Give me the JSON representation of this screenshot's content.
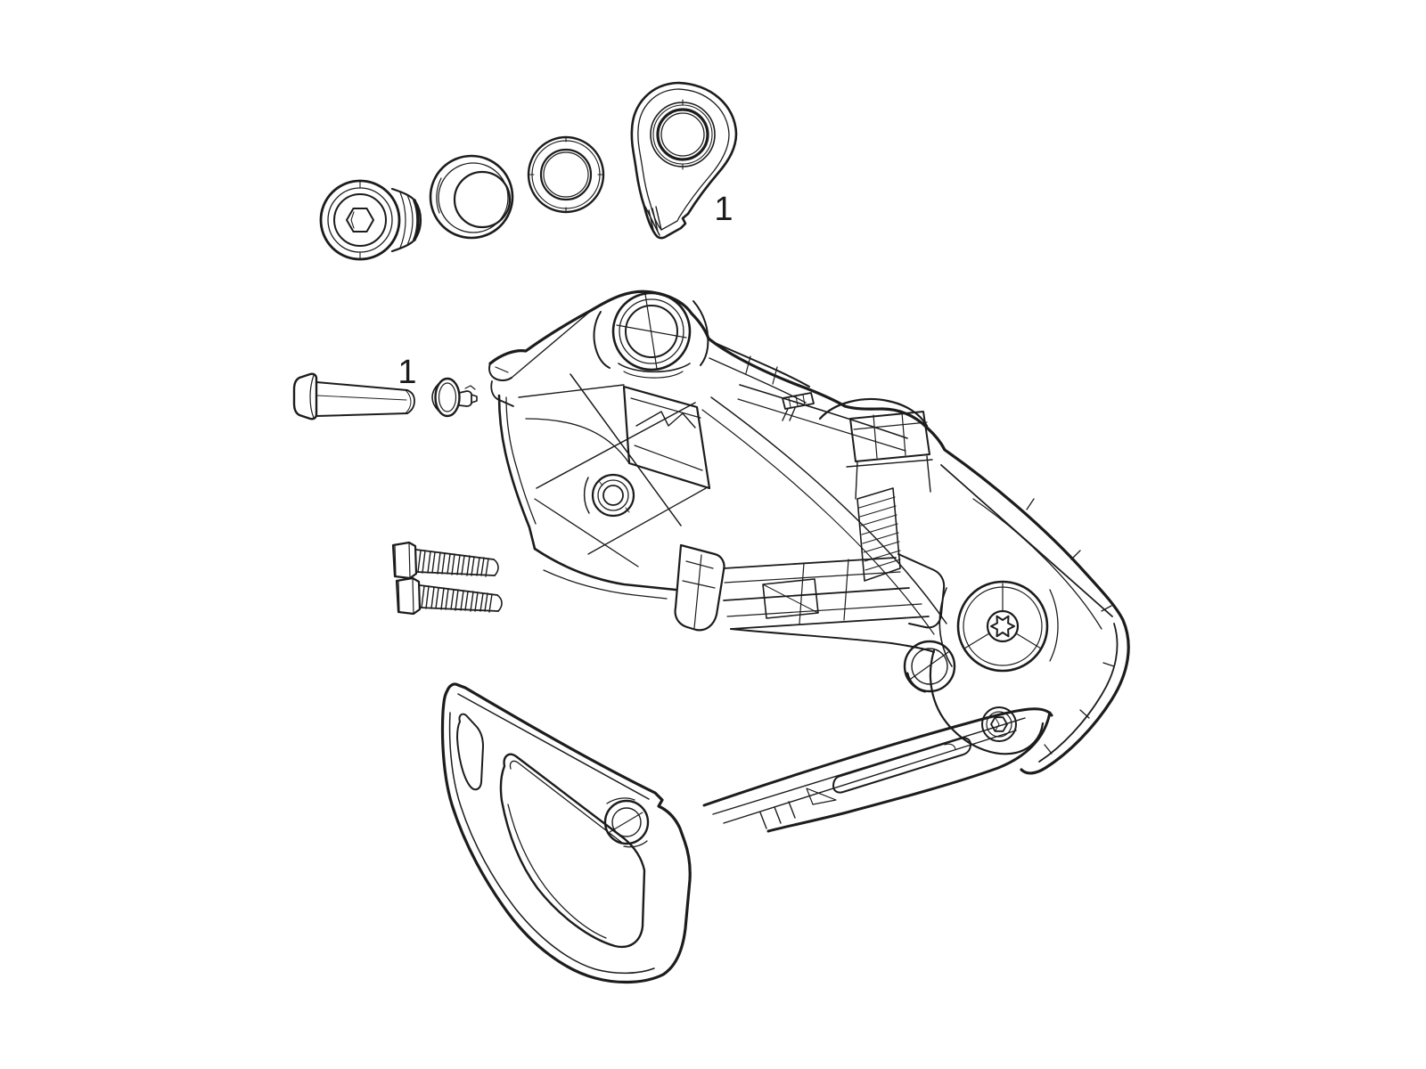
{
  "figure": {
    "kind": "exploded-parts-line-drawing",
    "subject": "rear derailleur assembly",
    "background_color": "#ffffff",
    "ink_color": "#1c1c1c"
  },
  "callouts": [
    {
      "label": "1",
      "target": "hanger-mount-bolt"
    },
    {
      "label": "1",
      "target": "cage-pivot-pin"
    }
  ],
  "parts": [
    {
      "name": "b-adjust-bolt"
    },
    {
      "name": "cup-washer"
    },
    {
      "name": "bushing-ring"
    },
    {
      "name": "hanger-mount-bolt"
    },
    {
      "name": "cage-pivot-pin"
    },
    {
      "name": "pin-end-stud"
    },
    {
      "name": "mounting-screw-upper"
    },
    {
      "name": "mounting-screw-lower"
    },
    {
      "name": "derailleur-body"
    },
    {
      "name": "outer-cage-skid-plate"
    }
  ]
}
